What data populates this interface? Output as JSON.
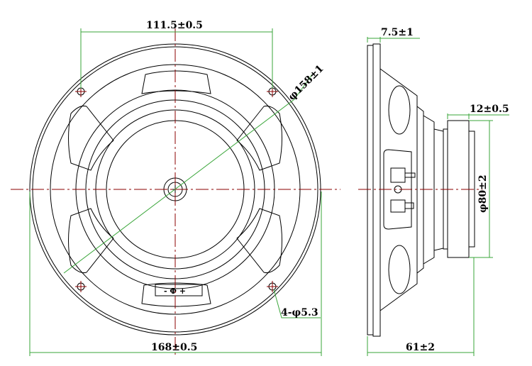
{
  "front_view": {
    "dim_hole_spacing": "111.5±0.5",
    "dim_diameter": "φ158±1",
    "dim_holes": "4-φ5.3",
    "dim_overall": "168±0.5",
    "terminal_label": "- Φ +"
  },
  "side_view": {
    "dim_flange": "7.5±1",
    "dim_magnet_thickness": "12±0.5",
    "dim_magnet_diameter": "φ80±2",
    "dim_depth": "61±2"
  },
  "colors": {
    "outline": "#000000",
    "dimension": "#3aa63a",
    "centerline": "#8b0000"
  }
}
